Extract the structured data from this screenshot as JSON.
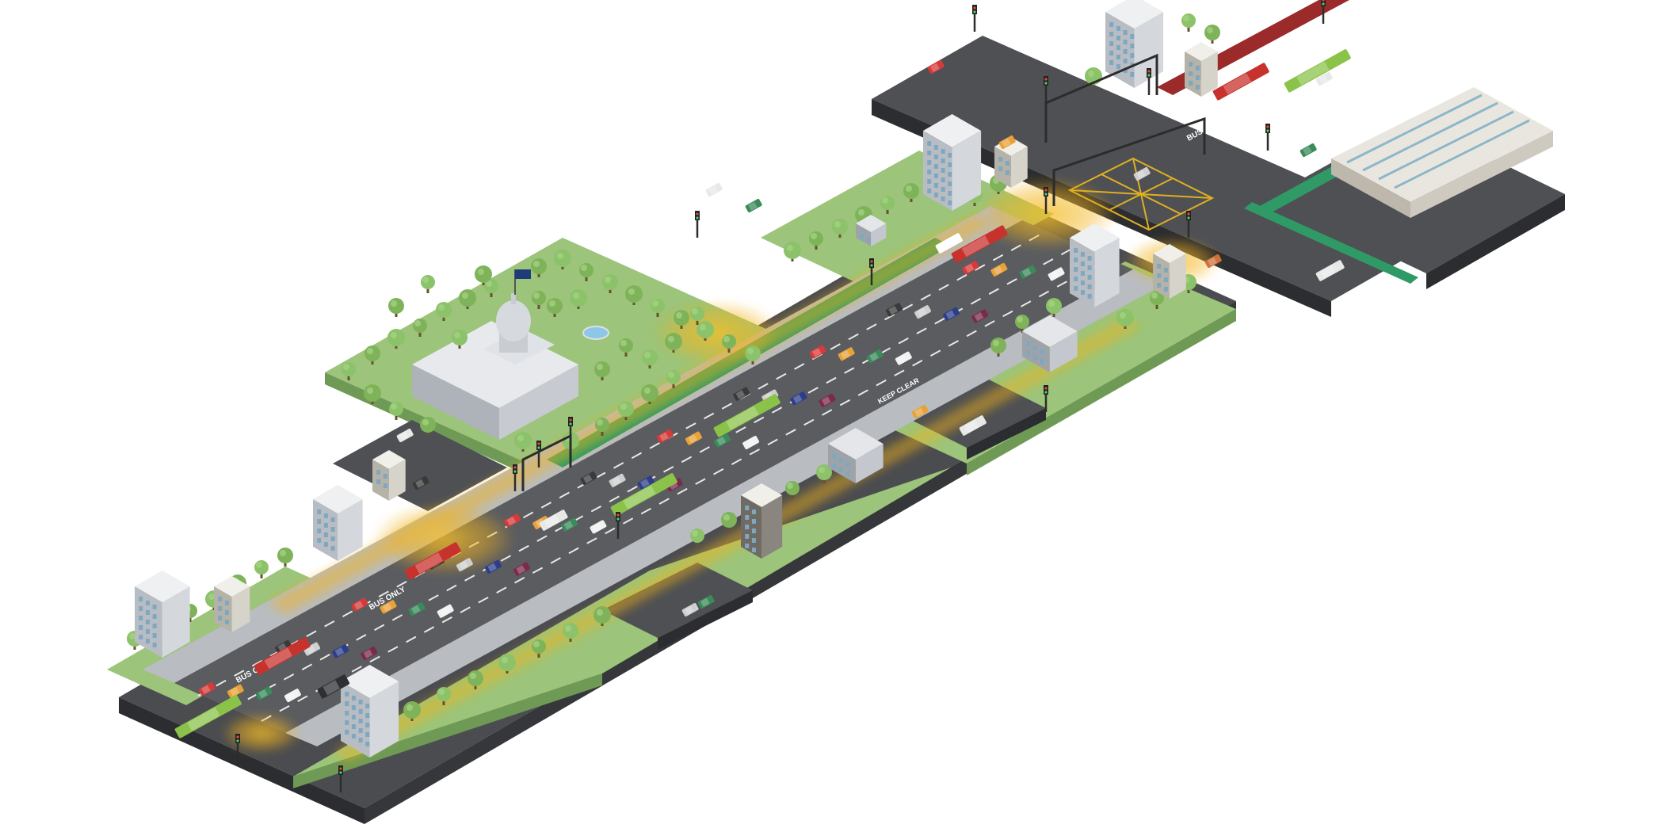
{
  "scene": {
    "description_visible_only": true,
    "road_markings": [
      {
        "id": "bus-only-1",
        "text": "BUS ONLY"
      },
      {
        "id": "bus-only-2",
        "text": "BUS ONLY"
      },
      {
        "id": "bus-only-3",
        "text": "BUS ONLY"
      },
      {
        "id": "keep-clear",
        "text": "KEEP CLEAR"
      }
    ],
    "colors": {
      "grass": "#9cc47a",
      "grass_dark": "#6f9a55",
      "road": "#5a5c60",
      "road_edge": "#3c3d40",
      "sidewalk": "#b9bcc0",
      "bus_lane": "#9b2a2a",
      "bike_lane": "#2f9a66",
      "glow": "#f2b21a",
      "building": "#e7e9ec",
      "building_shade": "#aeb3ba",
      "tree": "#7fb35a",
      "bus": "#c8322d",
      "tram": "#8bc34a"
    },
    "icons": [
      "flag-icon",
      "fountain-icon",
      "traffic-light-icon"
    ]
  }
}
